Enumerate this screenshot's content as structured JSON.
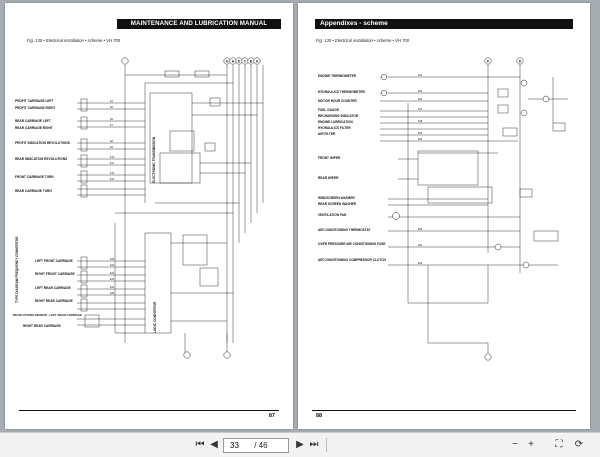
{
  "left_page": {
    "header": "MAINTENANCE AND LUBRICATION MANUAL",
    "figure_caption": "Fig. 135 • Electrical installation • scheme • VH 700",
    "page_number": "87",
    "labels": [
      "PROFIT CARRIAGE LEFT",
      "PROFIT CARRIAGE RIGHT",
      "REAR CARRIAGE LEFT",
      "REAR CARRIAGE RIGHT",
      "PROFIT INDICATION REVOLUTIONS",
      "REAR INDICATION REVOLUTIONS",
      "FRONT CARRIAGE TURN",
      "REAR CARRIAGE TURN",
      "LEFT FRONT CARRIAGE",
      "RIGHT FRONT CARRIAGE",
      "LEFT REAR CARRIAGE",
      "RIGHT REAR CARRIAGE",
      "REVOLUTIONS SENSOR - LEFT REAR CARRIAGE",
      "RIGHT REAR CARRIAGE"
    ],
    "vertical_labels": [
      "TYPE DIAGRAM FREQUENCY CONVERTOR",
      "ELECTRONIC TRANSMISSION",
      "LOGIC CONVERTOR"
    ],
    "bus_letters": [
      "G",
      "H",
      "D",
      "C",
      "B",
      "A"
    ]
  },
  "right_page": {
    "header": "Appendixes - scheme",
    "figure_caption": "Fig. 135 • Electrical installation • scheme • VH 700",
    "page_number": "88",
    "labels": [
      "ENGINE THERMOMETER",
      "HYDRAULICS THERMOMETER",
      "MOTOR HOUR COUNTER",
      "FUEL GAUGE",
      "RECHARGING INDICATOR",
      "ENGINE LUBRICATION",
      "HYDRAULICS FILTER",
      "AIR FILTER",
      "FRONT WIPER",
      "REAR WIPER",
      "WINDSCREEN WASHER",
      "REAR SCREEN WASHER",
      "VENTILATION FAN",
      "AIR CONDITIONING THERMOSTAT",
      "OVER PRESSURE AIR CONDITIONING FUSE",
      "AIR CONDITIONING COMPRESSOR CLUTCH"
    ],
    "bus_letters": [
      "K",
      "D"
    ]
  },
  "toolbar": {
    "first_icon": "first-page-icon",
    "prev_icon": "previous-page-icon",
    "current_page": "33",
    "total_pages": "/ 46",
    "next_icon": "next-page-icon",
    "last_icon": "last-page-icon",
    "zoom_in_icon": "zoom-in-icon",
    "zoom_out_icon": "zoom-out-icon",
    "fit_icon": "fit-page-icon",
    "rotate_icon": "rotate-icon"
  }
}
